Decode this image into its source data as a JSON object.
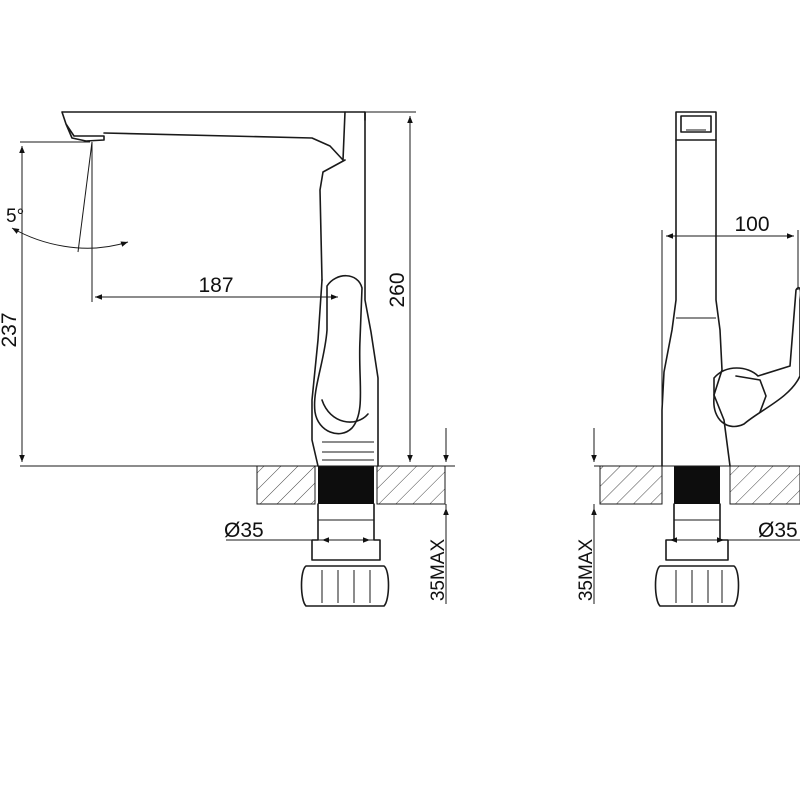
{
  "diagram": {
    "front_view": {
      "angle_label": "5°",
      "spout_reach": "187",
      "spout_height": "237",
      "total_height": "260",
      "hole_diameter": "Ø35",
      "deck_thickness": "35MAX"
    },
    "side_view": {
      "handle_reach": "100",
      "hole_diameter": "Ø35",
      "deck_thickness": "35MAX"
    }
  }
}
